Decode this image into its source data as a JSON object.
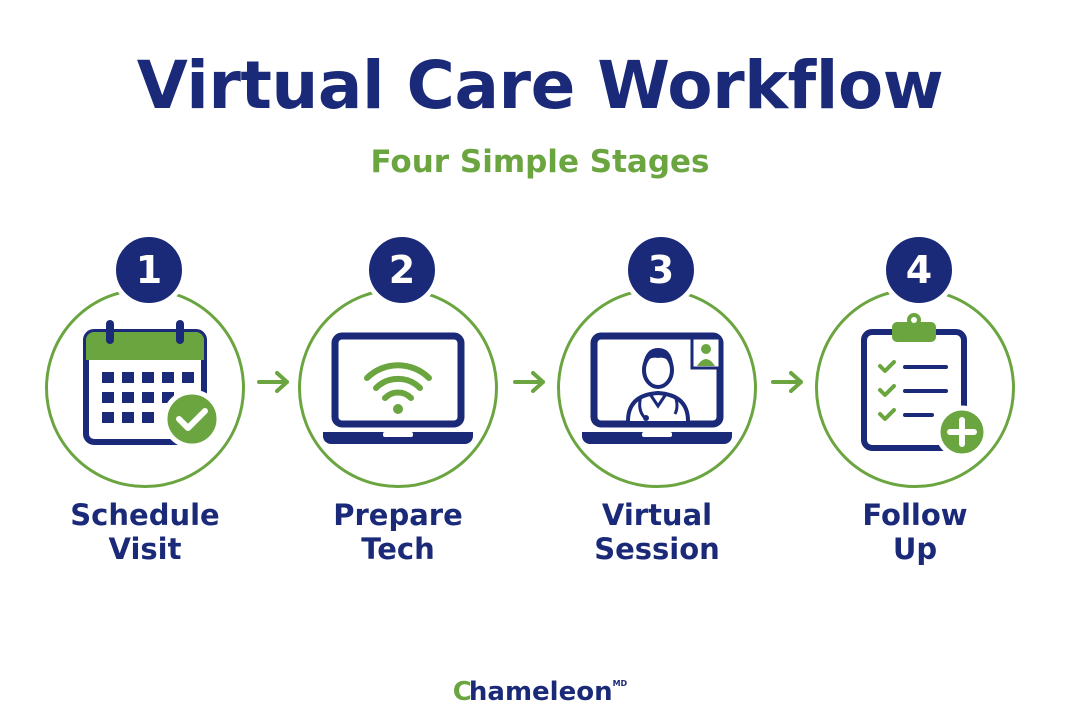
{
  "header": {
    "title": "Virtual Care Workflow",
    "subtitle": "Four Simple Stages"
  },
  "steps": [
    {
      "number": "1",
      "label_line1": "Schedule",
      "label_line2": "Visit",
      "icon": "calendar-check-icon"
    },
    {
      "number": "2",
      "label_line1": "Prepare",
      "label_line2": "Tech",
      "icon": "laptop-wifi-icon"
    },
    {
      "number": "3",
      "label_line1": "Virtual",
      "label_line2": "Session",
      "icon": "video-call-doctor-icon"
    },
    {
      "number": "4",
      "label_line1": "Follow",
      "label_line2": "Up",
      "icon": "clipboard-plus-icon"
    }
  ],
  "logo": {
    "mark": "C",
    "text": "hameleon",
    "superscript": "MD"
  },
  "colors": {
    "navy": "#1b2a78",
    "green": "#6aa540",
    "background": "#ffffff"
  }
}
